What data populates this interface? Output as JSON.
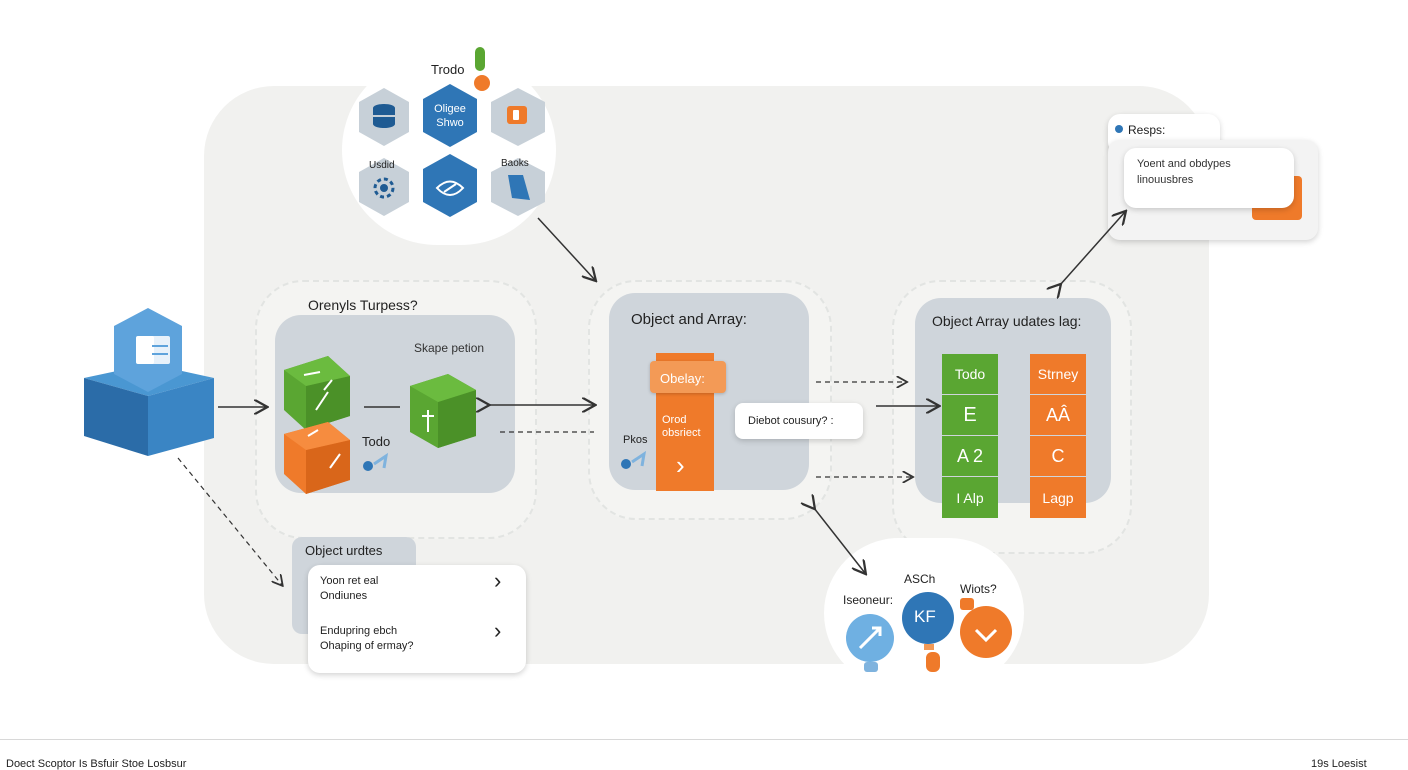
{
  "colors": {
    "green": "#5aa632",
    "orange": "#ef7a2a",
    "blue": "#2f76b6",
    "grey": "#cfd5db",
    "hex": "#c7d0d8"
  },
  "top_hex": {
    "label": "Trodo",
    "cell_labels": {
      "storage": "Oligee\nShwo",
      "user": "Usdid",
      "brand": "Baoks"
    }
  },
  "left_panel": {
    "title": "Orenyls Turpess?",
    "subtitle": "Skape petion",
    "todo": "Todo"
  },
  "center_panel": {
    "title": "Object and Array:",
    "tag": "Obelay:",
    "stack_text": "Orod\nobsriect",
    "pin": "Pkos",
    "bubble": "Diebot cousury? :"
  },
  "right_panel": {
    "title": "Object Array udates lag:",
    "green_cells": [
      "Todo",
      "E",
      "A 2",
      "I Alp"
    ],
    "orange_cells": [
      "Strney",
      "AÂ",
      "C",
      "Lagp"
    ]
  },
  "response_card": {
    "title": "Resps:",
    "body": "Yoent and obdypes\nlinouusbres"
  },
  "updates_card": {
    "tab": "Object urdtes",
    "rows": [
      {
        "text": "Yoon ret eal\nOndiunes"
      },
      {
        "text": "Endupring ebch\nOhaping of ermay?"
      }
    ]
  },
  "bottom_circle": {
    "label_left": "Iseoneur:",
    "label_mid": "ASCh",
    "label_right": "Wiots?",
    "badge": "KF"
  },
  "footer": {
    "left": "Doect Scoptor Is Bsfuir Stoe Losbsur",
    "right": "19s Loesist"
  }
}
